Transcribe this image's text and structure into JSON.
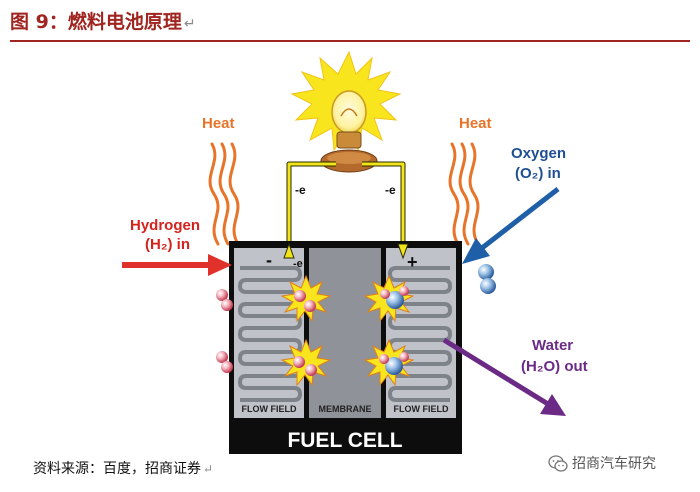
{
  "figure": {
    "title": "图 9：燃料电池原理",
    "return_mark": "↵"
  },
  "diagram": {
    "heat_left": "Heat",
    "heat_right": "Heat",
    "hydrogen_line1": "Hydrogen",
    "hydrogen_line2": "(H₂) in",
    "oxygen_line1": "Oxygen",
    "oxygen_line2": "(O₂) in",
    "water_line1": "Water",
    "water_line2": "(H₂O) out",
    "electron_left": "-e",
    "electron_right": "-e",
    "electron_anode": "-e",
    "minus_sign": "-",
    "plus_sign": "+",
    "flow_field_left": "FLOW FIELD",
    "membrane": "MEMBRANE",
    "flow_field_right": "FLOW FIELD",
    "cell_label": "FUEL CELL",
    "colors": {
      "hydrogen_arrow": "#e0312b",
      "oxygen_arrow": "#1f5fa8",
      "water_arrow": "#6a2a86",
      "heat": "#e8742a",
      "wire": "#f2e41a",
      "accent_title": "#a0241f"
    }
  },
  "source": {
    "text": "资料来源：百度，招商证券",
    "return_mark": "↵"
  },
  "watermark": {
    "text": "招商汽车研究",
    "icon": "wechat-icon"
  }
}
